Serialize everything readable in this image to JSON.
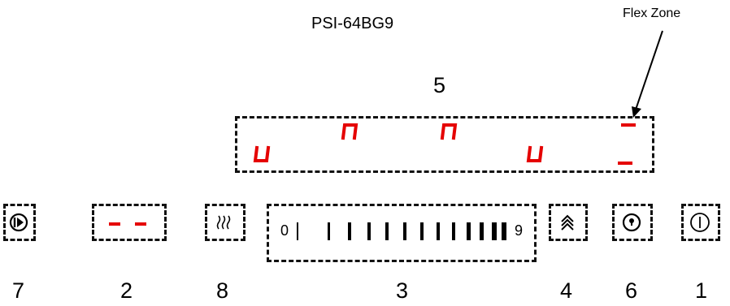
{
  "diagram": {
    "model": "PSI-64BG9",
    "flex_zone_label": "Flex Zone",
    "display_number": "5",
    "slider": {
      "min_label": "0",
      "max_label": "9"
    },
    "control_numbers": [
      "7",
      "2",
      "8",
      "3",
      "4",
      "6",
      "1"
    ],
    "colors": {
      "segment": "#e50000",
      "border": "#111111"
    },
    "icons": [
      "play-pause-icon",
      "dash-display-icon",
      "heat-waves-icon",
      "slider-bar-icon",
      "double-chevron-up-icon",
      "key-lock-icon",
      "power-icon"
    ]
  }
}
